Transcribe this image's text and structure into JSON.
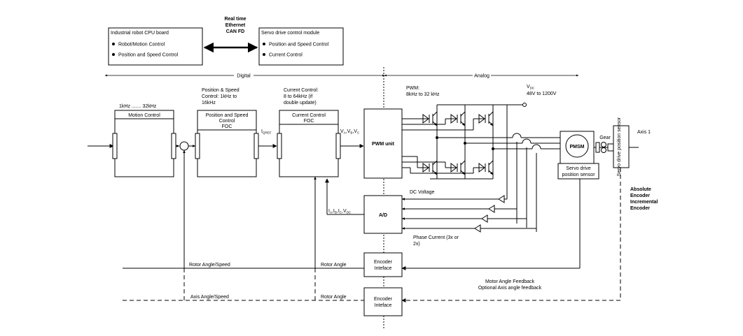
{
  "network": {
    "line1": "Real time",
    "line2": "Ethernet",
    "line3": "CAN FD"
  },
  "cpu_board": {
    "title": "Industrial robot CPU board",
    "items": [
      "Robot/Motion Control",
      "Position and Speed Control"
    ]
  },
  "servo_module": {
    "title": "Servo drive control module",
    "items": [
      "Position and Speed Control",
      "Current Control"
    ]
  },
  "domains": {
    "digital": "Digital",
    "analog": "Analog"
  },
  "motion": {
    "freq": "1kHz ....... 32kHz",
    "title": "Motion Control"
  },
  "position_speed": {
    "desc": [
      "Position & Speed",
      "Control: 1kHz to",
      "16kHz"
    ],
    "title": [
      "Position and Speed",
      "Control",
      "FOC"
    ]
  },
  "current": {
    "desc": [
      "Current Control:",
      "8 to 64kHz (if",
      "double update)"
    ],
    "title": [
      "Current Control",
      "FOC"
    ]
  },
  "signals": {
    "iqref": "I",
    "iqref_sub": "QREF",
    "vabc": [
      "V",
      "A",
      ",V",
      "B",
      ",V",
      "C"
    ],
    "iabc": [
      "I",
      "A",
      ",I",
      "B",
      ",I",
      "C",
      ",V",
      "DC"
    ]
  },
  "pwm_unit": {
    "label": "PWM unit"
  },
  "pwm": {
    "line1": "PWM:",
    "line2": "8kHz to 32 kHz"
  },
  "vdc": {
    "symbol": "V",
    "sub": "DC",
    "range": "48V to 1200V"
  },
  "ad": {
    "label": "A/D"
  },
  "dc_voltage": "DC Voltage",
  "phase_current": [
    "Phase Current (3x or",
    "2x)"
  ],
  "pmsm": {
    "label": "PMSM"
  },
  "gear": "Gear",
  "axis": "Axis 1",
  "axis_sensor": "Servo drive position sensor",
  "servo_sensor": [
    "Servo drive",
    "position sensor"
  ],
  "encoder_types": [
    "Absolute",
    "Encoder",
    "Incremental",
    "Encoder"
  ],
  "encoder1": [
    "Encoder",
    "Inteface"
  ],
  "encoder2": [
    "Encoder",
    "Inteface"
  ],
  "rotor_speed": "Rotor Angle/Speed",
  "rotor_angle_1": "Rotor Angle",
  "axis_speed": "Axis Angle/Speed",
  "rotor_angle_2": "Rotor Angle",
  "feedback": [
    "Motor Angle Feedback",
    "Optional Axis angle feedback"
  ]
}
